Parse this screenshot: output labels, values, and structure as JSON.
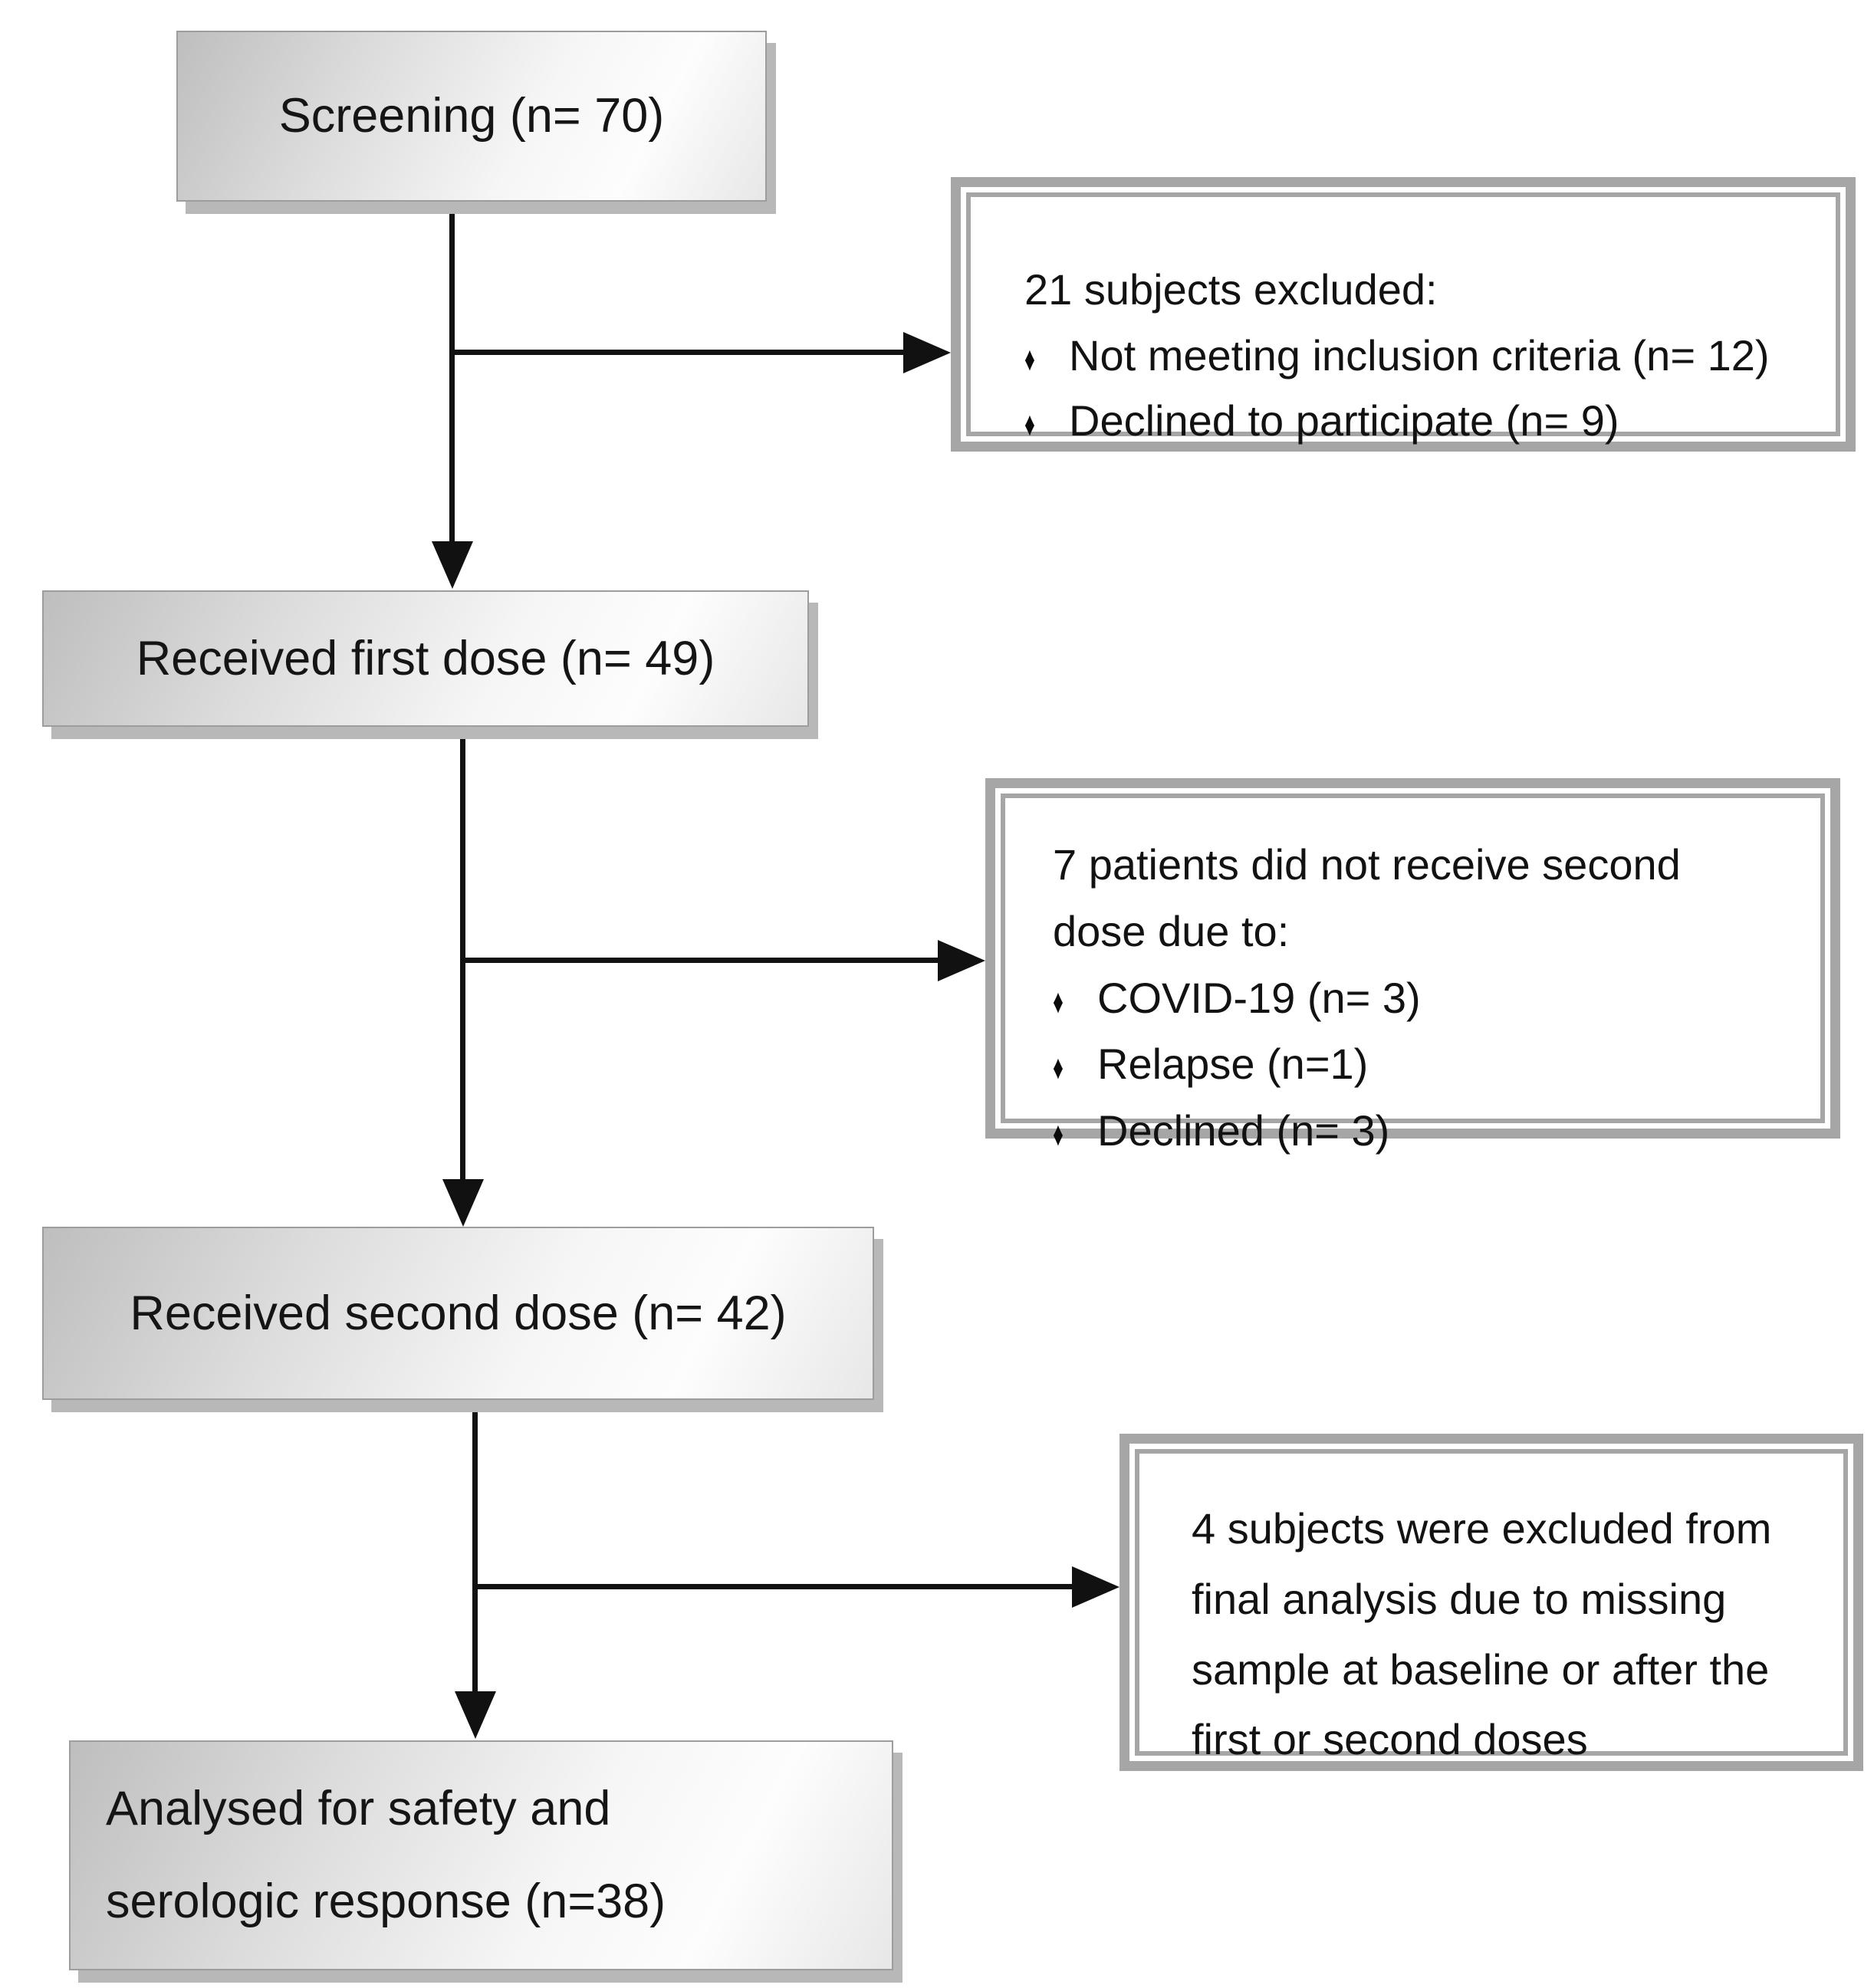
{
  "diagram": {
    "bullet_glyph": "♦",
    "colors": {
      "arrow": "#111111",
      "callout_border": "#a6a6a6",
      "box_border": "#9d9d9d",
      "box_shadow": "#b8b8b8"
    },
    "boxes": [
      {
        "label": "Screening (n= 70)"
      },
      {
        "label": "Received first dose (n= 49)"
      },
      {
        "label": "Received second dose (n= 42)"
      },
      {
        "label_lines": [
          "Analysed for safety and",
          "serologic response (n=38)"
        ]
      }
    ],
    "callouts": [
      {
        "title": "21 subjects excluded:",
        "bullets": [
          "Not meeting inclusion criteria (n= 12)",
          "Declined to participate (n= 9)"
        ]
      },
      {
        "title_lines": [
          "7 patients did not receive second",
          "dose due to:"
        ],
        "bullets": [
          "COVID-19 (n= 3)",
          "Relapse (n=1)",
          "Declined (n= 3)"
        ]
      },
      {
        "lines": [
          "4 subjects were excluded from",
          "final analysis due to missing",
          "sample at baseline or after the",
          "first or second doses"
        ]
      }
    ]
  }
}
